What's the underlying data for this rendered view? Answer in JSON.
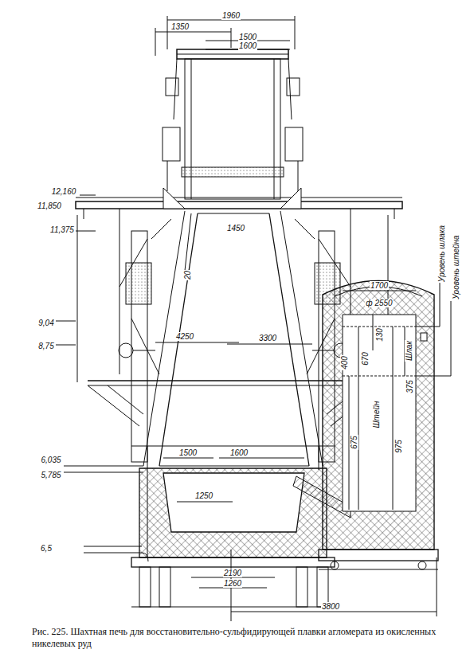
{
  "diagram": {
    "caption": "Рис. 225. Шахтная печь для восстановительно-сульфидирующей плавки агломерата из окисленных никелевых руд",
    "labels": [
      "1960",
      "1350",
      "1500",
      "1600",
      "12,160",
      "11,850",
      "11,375",
      "1450",
      "20",
      "9,04",
      "8,75",
      "4250",
      "3300",
      "6,035",
      "5,785",
      "1500",
      "1600",
      "1250",
      "6,5",
      "2190",
      "1260",
      "3800",
      "1700",
      "ф 2550",
      "Шлак",
      "130",
      "375",
      "400",
      "675",
      "670",
      "Штейн",
      "975",
      "Уровень шлака",
      "Уровень штейна"
    ]
  }
}
